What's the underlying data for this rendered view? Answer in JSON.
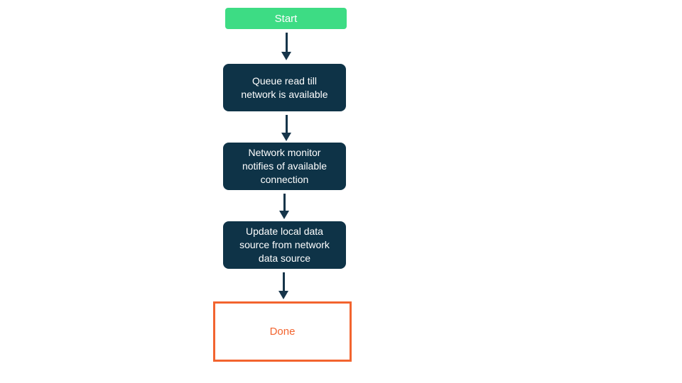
{
  "flowchart": {
    "nodes": [
      {
        "id": "start",
        "type": "start",
        "label": "Start"
      },
      {
        "id": "queue-read",
        "type": "process",
        "label": "Queue read till network is available",
        "lines": [
          "Queue read till",
          "network is available"
        ]
      },
      {
        "id": "network-monitor",
        "type": "process",
        "label": "Network monitor notifies of available connection",
        "lines": [
          "Network monitor",
          "notifies of available",
          "connection"
        ]
      },
      {
        "id": "update-local-data",
        "type": "process",
        "label": "Update local data source from network data source",
        "lines": [
          "Update local data",
          "source from network",
          "data source"
        ]
      },
      {
        "id": "done",
        "type": "end",
        "label": "Done"
      }
    ],
    "edges": [
      {
        "from": "start",
        "to": "queue-read"
      },
      {
        "from": "queue-read",
        "to": "network-monitor"
      },
      {
        "from": "network-monitor",
        "to": "update-local-data"
      },
      {
        "from": "update-local-data",
        "to": "done"
      }
    ],
    "colors": {
      "background": "#ffffff",
      "start_bg": "#3ddc84",
      "step_bg": "#0e3347",
      "step_text": "#ffffff",
      "arrow": "#16354a",
      "done_border": "#f2642f",
      "done_text": "#f2642f"
    }
  }
}
